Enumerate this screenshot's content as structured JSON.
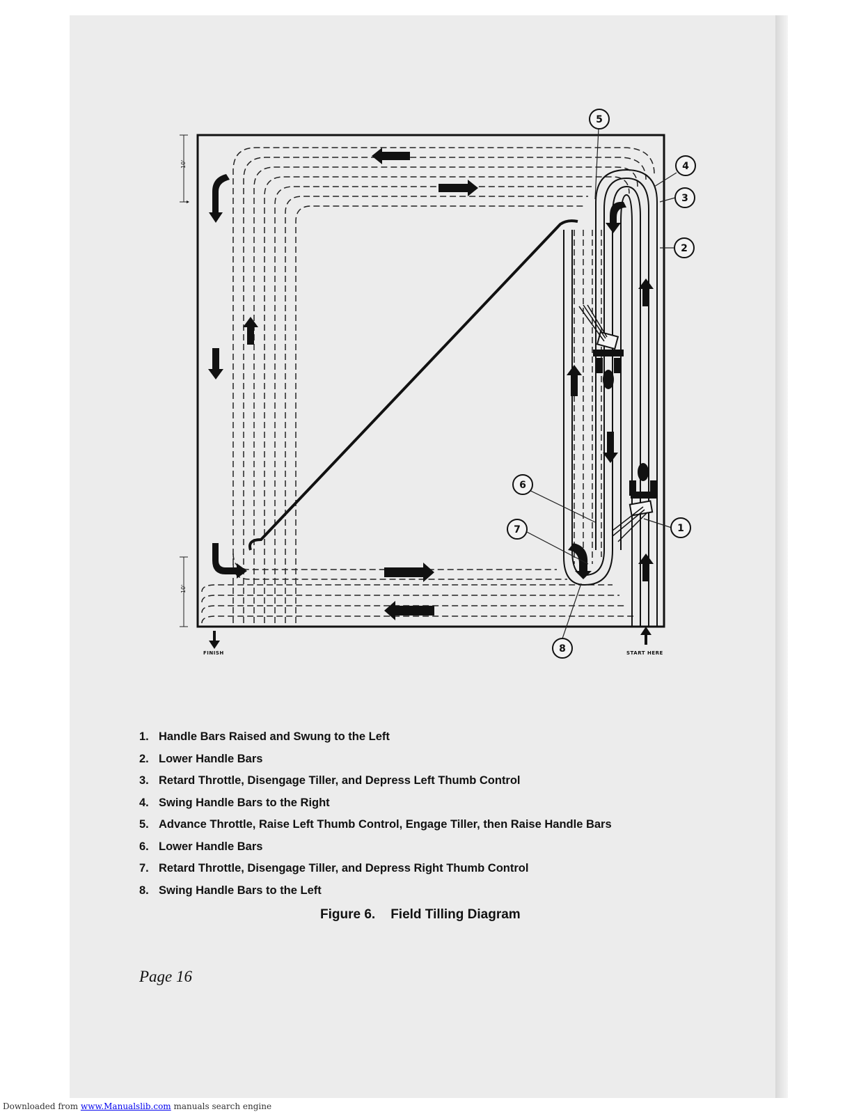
{
  "diagram": {
    "callouts": [
      "1",
      "2",
      "3",
      "4",
      "5",
      "6",
      "7",
      "8"
    ],
    "finish_label": "FINISH",
    "start_label": "START HERE",
    "dimension_label": "10'"
  },
  "steps": [
    {
      "number": "1.",
      "text": "Handle Bars Raised and Swung to the Left"
    },
    {
      "number": "2.",
      "text": "Lower Handle Bars"
    },
    {
      "number": "3.",
      "text": "Retard Throttle, Disengage Tiller, and Depress Left Thumb Control"
    },
    {
      "number": "4.",
      "text": "Swing Handle Bars to the Right"
    },
    {
      "number": "5.",
      "text": "Advance Throttle, Raise Left Thumb Control, Engage Tiller, then Raise Handle Bars"
    },
    {
      "number": "6.",
      "text": "Lower Handle Bars"
    },
    {
      "number": "7.",
      "text": "Retard Throttle, Disengage Tiller, and Depress Right Thumb Control"
    },
    {
      "number": "8.",
      "text": "Swing Handle Bars to the Left"
    }
  ],
  "caption": {
    "figure": "Figure 6.",
    "title": "Field Tilling Diagram"
  },
  "page_number": "Page 16",
  "footer": {
    "prefix": "Downloaded from ",
    "link_text": "www.Manualslib.com",
    "suffix": " manuals search engine"
  }
}
